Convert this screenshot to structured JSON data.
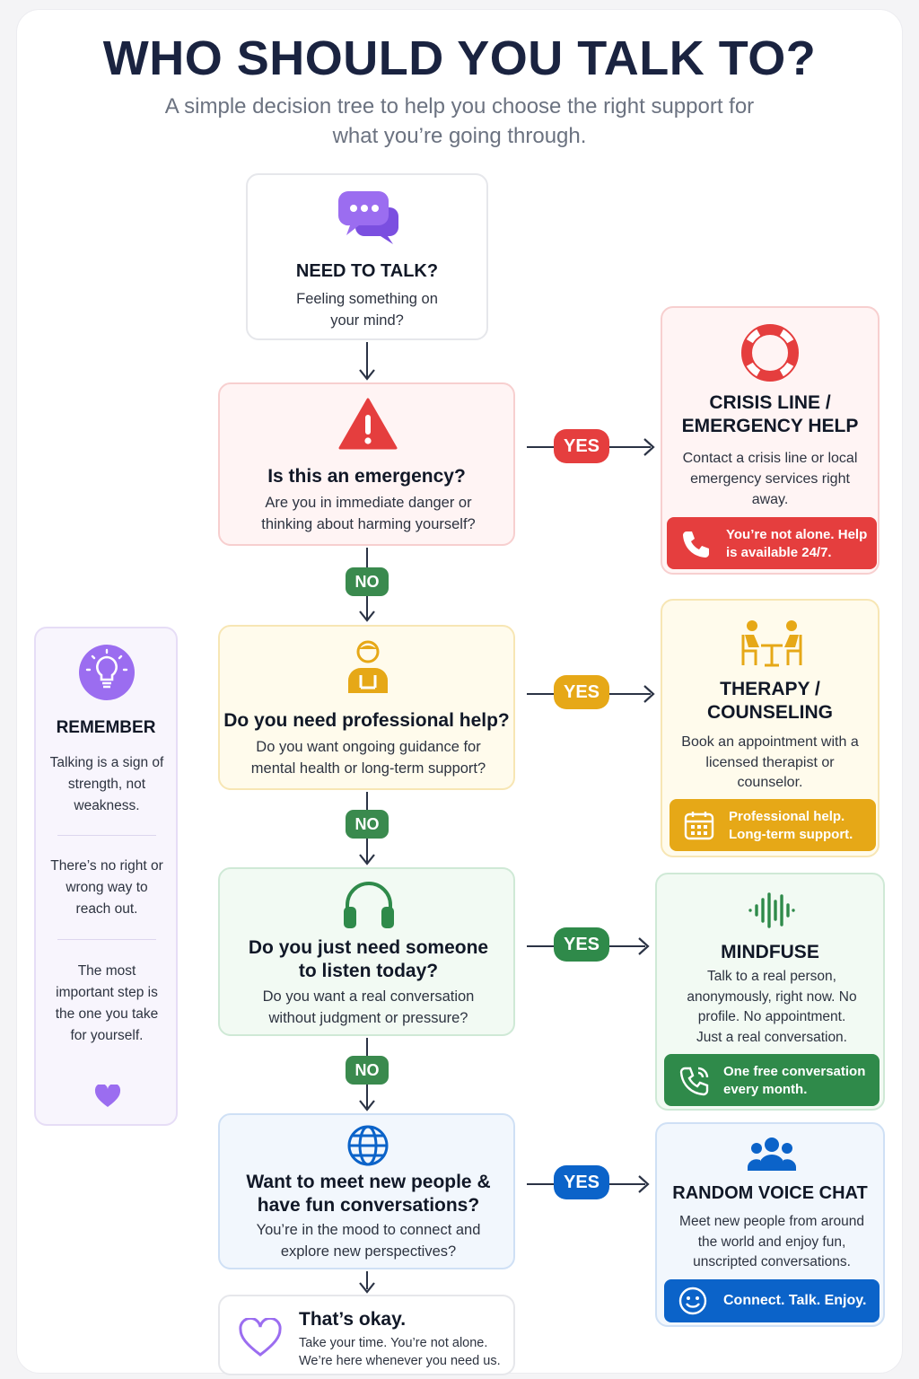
{
  "header": {
    "title": "WHO SHOULD YOU TALK TO?",
    "subtitle": "A simple decision tree to help you choose the right support for what you’re going through."
  },
  "colors": {
    "red": "#e53e3e",
    "yellow": "#e6a817",
    "green": "#2f8a4a",
    "blue": "#0b63c9",
    "purple": "#9b6df0"
  },
  "start": {
    "icon": "chat-bubbles-icon",
    "title": "NEED TO TALK?",
    "text": "Feeling something on your mind?"
  },
  "questions": [
    {
      "icon": "warning-icon",
      "title": "Is this an emergency?",
      "text": "Are you in immediate danger or thinking about harming yourself?"
    },
    {
      "icon": "professional-icon",
      "title": "Do you need professional help?",
      "text": "Do you want ongoing guidance for mental health or long-term support?"
    },
    {
      "icon": "headphones-icon",
      "title": "Do you just need someone to listen today?",
      "text": "Do you want a real conversation without judgment or pressure?"
    },
    {
      "icon": "globe-icon",
      "title": "Want to meet new people & have fun conversations?",
      "text": "You’re in the mood to connect and explore new perspectives?"
    }
  ],
  "labels": {
    "yes": "YES",
    "no": "NO"
  },
  "results": [
    {
      "icon": "lifebuoy-icon",
      "title": "CRISIS LINE / EMERGENCY HELP",
      "text": "Contact a crisis line or local emergency services right away.",
      "callout_icon": "phone-icon",
      "callout": "You’re not alone. Help is available 24/7."
    },
    {
      "icon": "therapy-session-icon",
      "title": "THERAPY / COUNSELING",
      "text": "Book an appointment with a licensed therapist or counselor.",
      "callout_icon": "calendar-icon",
      "callout": "Professional help. Long-term support."
    },
    {
      "icon": "sound-wave-icon",
      "title": "MINDFUSE",
      "text": "Talk to a real person, anonymously, right now. No profile. No appointment. Just a real conversation.",
      "callout_icon": "phone-call-icon",
      "callout": "One free conversation every month."
    },
    {
      "icon": "people-group-icon",
      "title": "RANDOM VOICE CHAT",
      "text": "Meet new people from around the world and enjoy fun, unscripted conversations.",
      "callout_icon": "smiley-icon",
      "callout": "Connect. Talk. Enjoy."
    }
  ],
  "ending": {
    "icon": "heart-outline-icon",
    "title": "That’s okay.",
    "text": "Take your time. You’re not alone. We’re here whenever you need us."
  },
  "remember": {
    "icon": "lightbulb-icon",
    "title": "REMEMBER",
    "points": [
      "Talking is a sign of strength, not weakness.",
      "There’s no right or wrong way to reach out.",
      "The most important step is the one you take for yourself."
    ],
    "footer_icon": "heart-icon"
  }
}
